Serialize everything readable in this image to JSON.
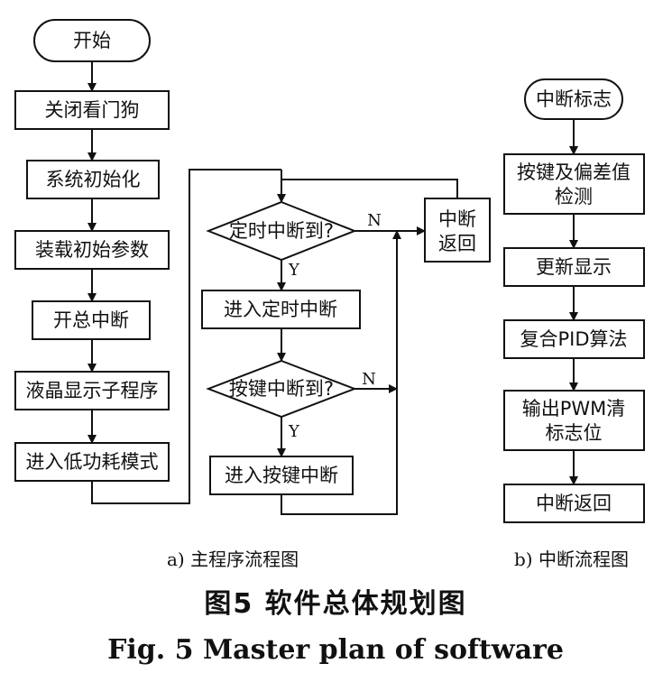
{
  "main_flow": {
    "start": "开始",
    "steps": [
      "关闭看门狗",
      "系统初始化",
      "装载初始参数",
      "开总中断",
      "液晶显示子程序",
      "进入低功耗模式"
    ]
  },
  "loop": {
    "timer_decision": "定时中断到?",
    "timer_process": "进入定时中断",
    "key_decision": "按键中断到?",
    "key_process": "进入按键中断",
    "return": [
      "中断",
      "返回"
    ],
    "yes": "Y",
    "no": "N"
  },
  "isr_flow": {
    "start": "中断标志",
    "step1": [
      "按键及偏差值",
      "检测"
    ],
    "step2": "更新显示",
    "step3": "复合PID算法",
    "step4": [
      "输出PWM清",
      "标志位"
    ],
    "step5": "中断返回"
  },
  "captions": {
    "a": "a)  主程序流程图",
    "b": "b)  中断流程图",
    "figure_zh": "图5  软件总体规划图",
    "figure_en": "Fig. 5  Master plan of software"
  }
}
